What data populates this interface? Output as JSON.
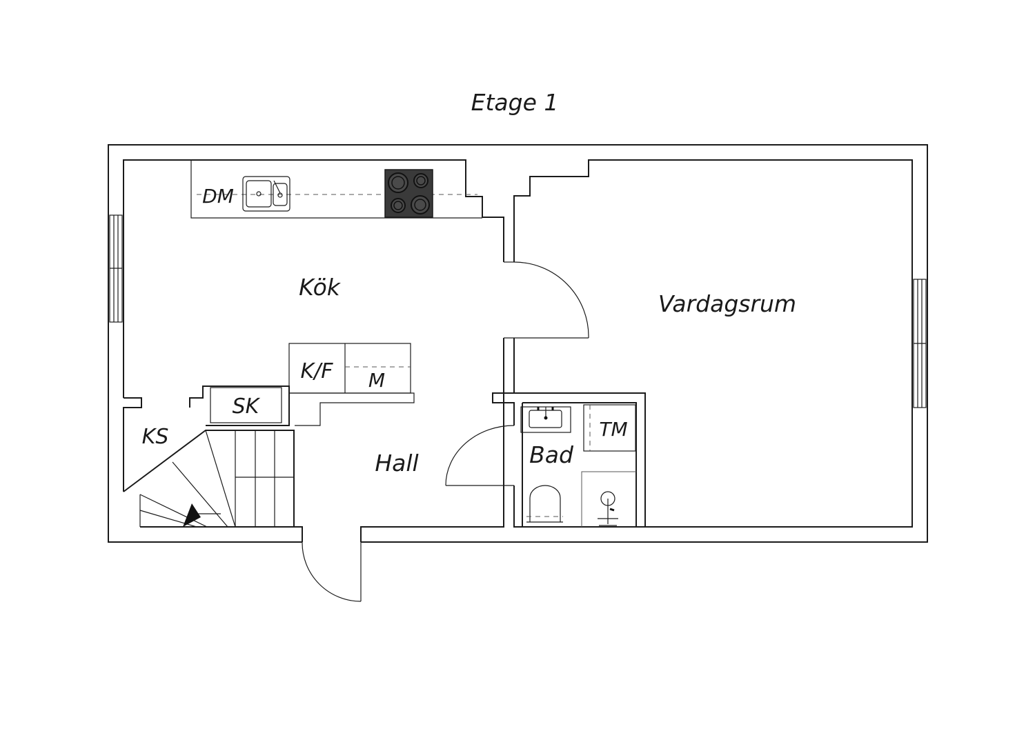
{
  "title": "Etage 1",
  "rooms": {
    "kitchen": "Kök",
    "living_room": "Vardagsrum",
    "hall": "Hall",
    "bathroom": "Bad"
  },
  "fixtures": {
    "dishwasher": "DM",
    "fridge_freezer": "K/F",
    "microwave": "M",
    "wardrobe": "SK",
    "storage": "KS",
    "washing_machine": "TM"
  }
}
